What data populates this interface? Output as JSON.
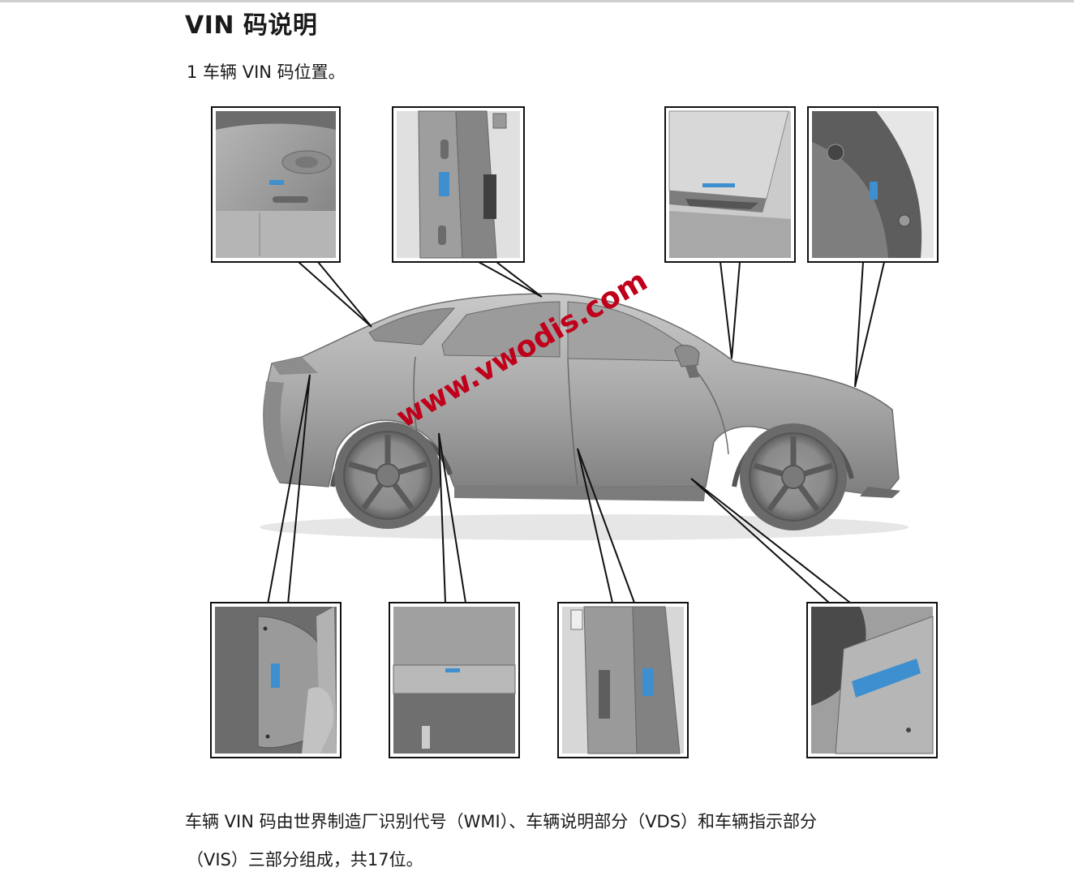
{
  "title": "VIN 码说明",
  "subtitle": "1  车辆 VIN 码位置。",
  "watermark": "www.vwodis.com",
  "description": {
    "line1": "车辆 VIN 码由世界制造厂识别代号（WMI）、车辆说明部分（VDS）和车辆指示部分",
    "line2": "（VIS）三部分组成，共17位。"
  },
  "colors": {
    "label_blue": "#3d8fcf",
    "panel_gray": "#9a9a9a",
    "car_body": "#a7a7a7",
    "watermark_red": "#c0001a"
  }
}
